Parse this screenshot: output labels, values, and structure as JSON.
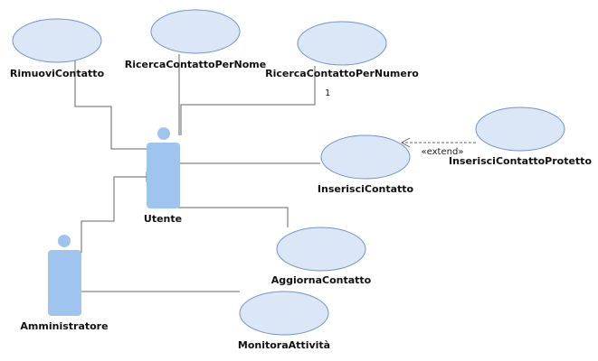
{
  "use_cases": {
    "rimuovi": "RimuoviContatto",
    "ricerca_nome": "RicercaContattoPerNome",
    "ricerca_numero": "RicercaContattoPerNumero",
    "inserisci": "InserisciContatto",
    "inserisci_protetto": "InserisciContattoProtetto",
    "aggiorna": "AggiornaContatto",
    "monitora": "MonitoraAttività"
  },
  "actors": {
    "utente": "Utente",
    "amministratore": "Amministratore"
  },
  "relations": {
    "multiplicity": "1",
    "extend": "«extend»"
  },
  "colors": {
    "usecase_fill": "#dbe7f7",
    "usecase_stroke": "#6f95c9",
    "actor_fill": "#9fc5ef",
    "line": "#666666"
  }
}
